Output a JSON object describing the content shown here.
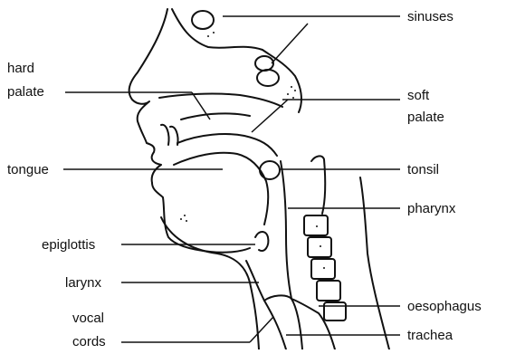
{
  "labels": {
    "sinuses": "sinuses",
    "hard_palate_line1": "hard",
    "hard_palate_line2": "palate",
    "soft_palate_line1": "soft",
    "soft_palate_line2": "palate",
    "tongue": "tongue",
    "tonsil": "tonsil",
    "pharynx": "pharynx",
    "epiglottis": "epiglottis",
    "larynx": "larynx",
    "oesophagus": "oesophagus",
    "vocal_cords_line1": "vocal",
    "vocal_cords_line2": "cords",
    "trachea": "trachea"
  },
  "colors": {
    "ink": "#111111",
    "tissue": "#ffffff",
    "bone": "#f2f2f2"
  }
}
